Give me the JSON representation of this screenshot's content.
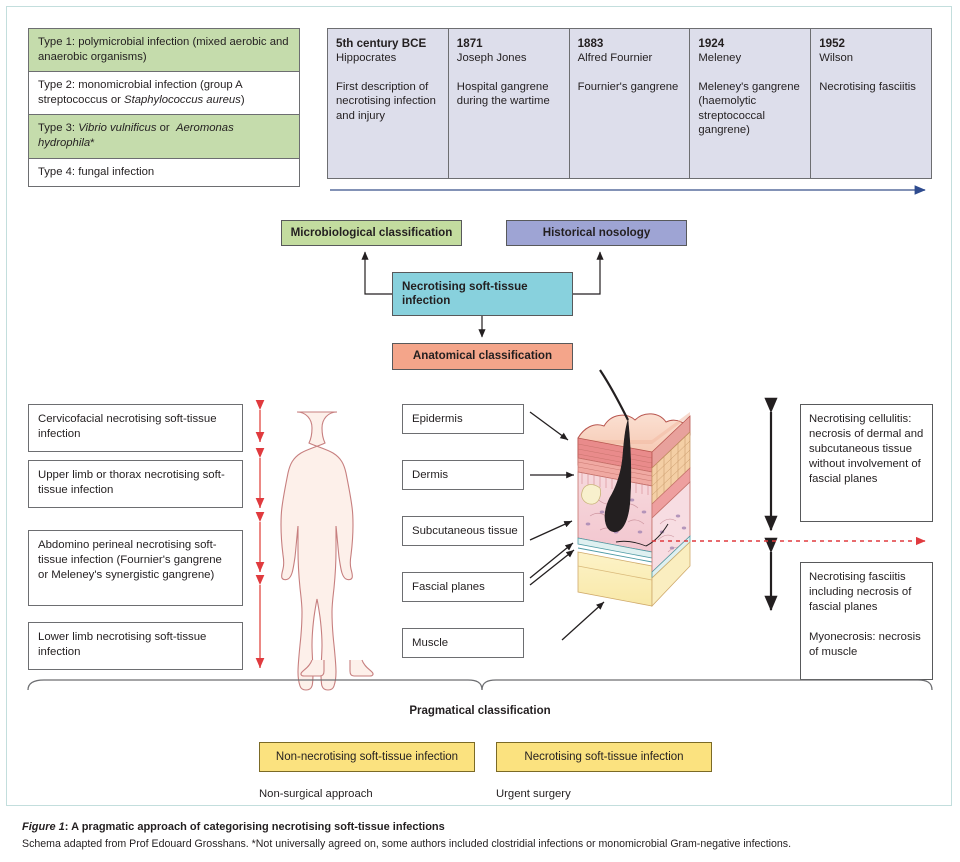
{
  "figure": {
    "caption_label": "Figure 1",
    "caption_title": ": A pragmatic approach of categorising necrotising soft-tissue infections",
    "caption_sub": "Schema adapted from Prof Edouard Grosshans. *Not universally agreed on, some authors included clostridial infections or monomicrobial Gram-negative infections."
  },
  "microbiological_types": [
    {
      "text": "Type 1: polymicrobial infection (mixed aerobic and anaerobic organisms)",
      "highlight": true
    },
    {
      "text": "Type 2: monomicrobial infection (group A streptococcus or Staphylococcus aureus)",
      "highlight": false
    },
    {
      "text": "Type 3: Vibrio vulnificus or  Aeromonas hydrophila*",
      "highlight": true
    },
    {
      "text": "Type 4: fungal infection",
      "highlight": false
    }
  ],
  "timeline": [
    {
      "year": "5th century BCE",
      "person": "Hippocrates",
      "description": "First description of necrotising infection and injury"
    },
    {
      "year": "1871",
      "person": "Joseph Jones",
      "description": "Hospital gangrene during the wartime"
    },
    {
      "year": "1883",
      "person": "Alfred Fournier",
      "description": "Fournier's gangrene"
    },
    {
      "year": "1924",
      "person": "Meleney",
      "description": "Meleney's gangrene (haemolytic streptococcal gangrene)"
    },
    {
      "year": "1952",
      "person": "Wilson",
      "description": "Necrotising fasciitis"
    }
  ],
  "classification": {
    "microbiological": "Microbiological classification",
    "historical": "Historical nosology",
    "central": "Necrotising soft-tissue infection",
    "anatomical": "Anatomical classification"
  },
  "anatomical_sites": [
    "Cervicofacial necrotising soft-tissue infection",
    "Upper limb or thorax necrotising soft-tissue infection",
    "Abdomino perineal necrotising soft-tissue infection (Fournier's gangrene or Meleney's synergistic gangrene)",
    "Lower limb necrotising soft-tissue infection"
  ],
  "skin_layers": [
    "Epidermis",
    "Dermis",
    "Subcutaneous tissue",
    "Fascial planes",
    "Muscle"
  ],
  "depth_descriptions": [
    "Necrotising cellulitis: necrosis of dermal and subcutaneous tissue without involvement of fascial planes",
    "Necrotising fasciitis including necrosis of fascial planes",
    "Myonecrosis: necrosis of muscle"
  ],
  "pragmatical": {
    "title": "Pragmatical classification",
    "options": [
      {
        "label": "Non-necrotising soft-tissue infection",
        "approach": "Non-surgical approach"
      },
      {
        "label": "Necrotising soft-tissue infection",
        "approach": "Urgent surgery"
      }
    ]
  },
  "colors": {
    "green": "#c3dc9f",
    "purple": "#9ea4d4",
    "teal": "#88d1dd",
    "salmon": "#f4a58a",
    "yellow": "#fbe27f",
    "red_arrow": "#e03a3e",
    "frame": "#c3dedd",
    "timeline_bg": "#dddeeb"
  },
  "icons": {
    "timeline_arrow": "right-arrow-icon",
    "double_arrow": "vertical-double-arrow-icon",
    "brace": "curly-brace-icon",
    "body": "human-body-diagram-icon",
    "skin_block": "skin-cross-section-icon"
  }
}
